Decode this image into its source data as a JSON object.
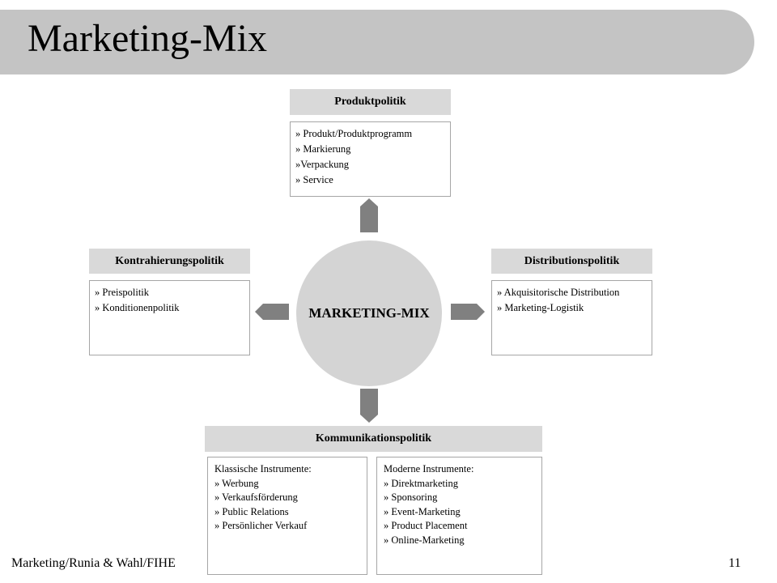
{
  "slide": {
    "title": "Marketing-Mix",
    "center_label": "MARKETING-MIX",
    "footer_left": "Marketing/Runia & Wahl/FIHE",
    "page_number": "11"
  },
  "produkt": {
    "header": "Produktpolitik",
    "items": [
      "» Produkt/Produktprogramm",
      "» Markierung",
      "»Verpackung",
      "» Service"
    ]
  },
  "kontrahierung": {
    "header": "Kontrahierungspolitik",
    "items": [
      "» Preispolitik",
      "» Konditionenpolitik"
    ]
  },
  "distribution": {
    "header": "Distributionspolitik",
    "items": [
      "» Akquisitorische Distribution",
      "» Marketing-Logistik"
    ]
  },
  "kommunikation": {
    "header": "Kommunikationspolitik",
    "klassisch": [
      "Klassische Instrumente:",
      "» Werbung",
      "» Verkaufsförderung",
      "» Public Relations",
      "» Persönlicher Verkauf"
    ],
    "modern": [
      "Moderne Instrumente:",
      "» Direktmarketing",
      "» Sponsoring",
      "» Event-Marketing",
      "» Product Placement",
      "» Online-Marketing"
    ]
  },
  "colors": {
    "title_bar": "#c4c4c4",
    "header_fill": "#d9d9d9",
    "circle_fill": "#d4d4d4",
    "arrow_fill": "#808080",
    "box_border": "#a6a6a6"
  }
}
